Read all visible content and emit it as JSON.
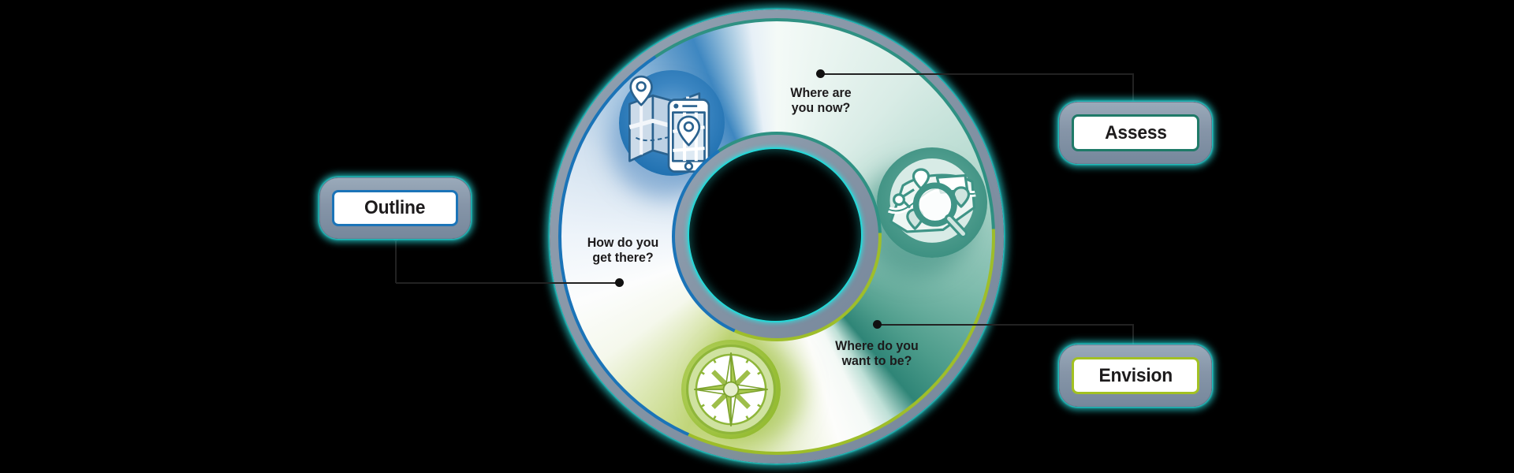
{
  "colors": {
    "background": "#000000",
    "glow": "#2ae6e6",
    "ring_gray": "#8494a5",
    "connector": "#1d1b1c",
    "blue": "#1b74b8",
    "teal": "#2f9183",
    "green": "#9ebe2a"
  },
  "stages": [
    {
      "key": "assess",
      "label": "Assess",
      "question_line1": "Where are",
      "question_line2": "you now?",
      "accent": "#1f7a68",
      "icon": "magnifier-map-icon"
    },
    {
      "key": "envision",
      "label": "Envision",
      "question_line1": "Where do you",
      "question_line2": "want to be?",
      "accent": "#a2c122",
      "icon": "compass-icon"
    },
    {
      "key": "outline",
      "label": "Outline",
      "question_line1": "How do you",
      "question_line2": "get there?",
      "accent": "#1b74b8",
      "icon": "map-phone-icon"
    }
  ]
}
